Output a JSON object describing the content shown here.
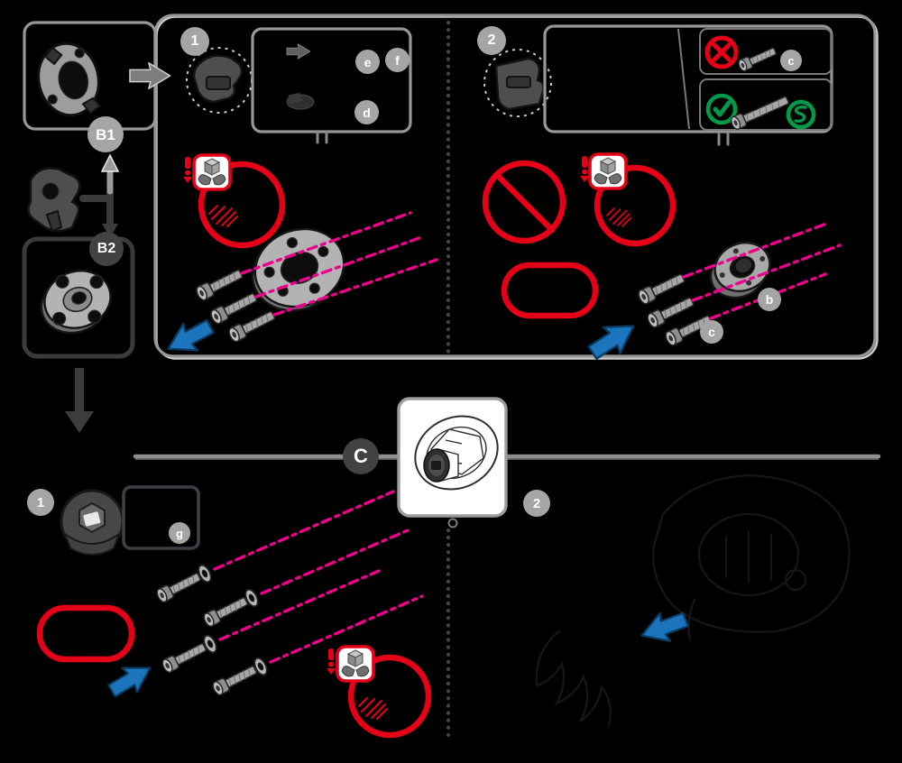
{
  "labels": {
    "b1": "B1",
    "b2": "B2",
    "c": "C",
    "top1": "1",
    "top2": "2",
    "bot1": "1",
    "bot2": "2",
    "e": "e",
    "f": "f",
    "d": "d",
    "c_kit": "c",
    "b": "b",
    "c_screws": "c",
    "g": "g"
  },
  "colors": {
    "background": "#000000",
    "red": "#e60017",
    "magenta": "#ec008c",
    "blue": "#1c75bc",
    "green": "#009a49",
    "gray": "#979797",
    "badge_light": "#a5a5a5",
    "badge_dark": "#424242",
    "white": "#ffffff"
  },
  "icons": {
    "handle_with_care": "hands-holding-package-icon",
    "prohibition": "no-symbol-icon",
    "wrong_screw": "red-cross-icon",
    "correct_screw": "green-check-icon",
    "spring_washer": "green-spring-icon",
    "direction": "blue-arrow-icon"
  }
}
